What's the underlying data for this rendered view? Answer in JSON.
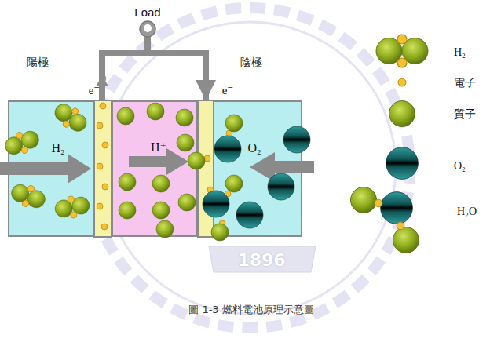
{
  "diagram": {
    "caption": "圖 1-3 燃料電池原理示意圖",
    "nodes": [
      {
        "text": [
          "H₂"
        ]
      },
      {
        "text": [
          "H⁺"
        ]
      },
      {
        "text": [
          "O₂"
        ]
      },
      {
        "text": [
          "Load"
        ]
      }
    ],
    "edges": [
      {
        "from": 0,
        "to": 3,
        "arrow": "none"
      },
      {
        "from": 3,
        "to": 2,
        "arrow": "to"
      }
    ],
    "labels": [
      "陽極",
      "陰極",
      "e⁻",
      "e⁻",
      "1896"
    ],
    "legend": [
      {
        "text": "H₂"
      },
      {
        "text": "電子"
      },
      {
        "text": "質子"
      },
      {
        "text": "O₂"
      },
      {
        "text": "H₂O"
      }
    ]
  }
}
